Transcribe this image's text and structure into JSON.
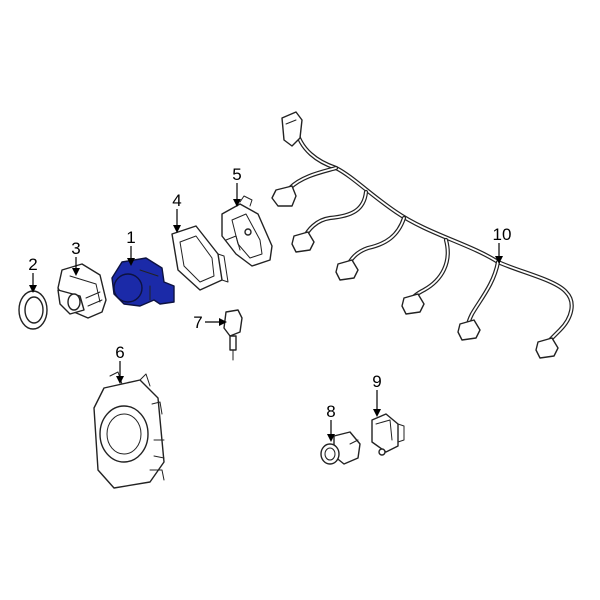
{
  "diagram": {
    "highlight_color": "#1b2aa8",
    "callouts": [
      {
        "id": "1",
        "label": "1"
      },
      {
        "id": "2",
        "label": "2"
      },
      {
        "id": "3",
        "label": "3"
      },
      {
        "id": "4",
        "label": "4"
      },
      {
        "id": "5",
        "label": "5"
      },
      {
        "id": "6",
        "label": "6"
      },
      {
        "id": "7",
        "label": "7"
      },
      {
        "id": "8",
        "label": "8"
      },
      {
        "id": "9",
        "label": "9"
      },
      {
        "id": "10",
        "label": "10"
      }
    ]
  }
}
